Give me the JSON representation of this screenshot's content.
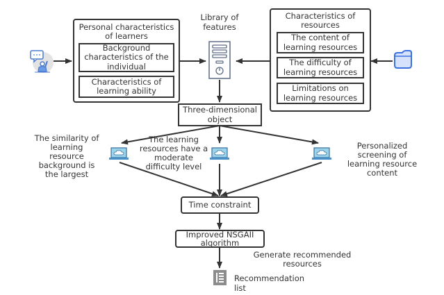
{
  "learners": {
    "title": "Personal characteristics of learners",
    "items": [
      "Background characteristics of the individual",
      "Characteristics of learning ability"
    ]
  },
  "library": {
    "label": "Library of features"
  },
  "resources": {
    "title": "Characteristics of resources",
    "items": [
      "The content of learning resources",
      "The difficulty of learning resources",
      "Limitations on learning resources"
    ]
  },
  "three_dimensional": "Three-dimensional object",
  "branches": [
    "The similarity of learning resource background is the largest",
    "The learning resources have a moderate difficulty level",
    "Personalized screening of learning resource content"
  ],
  "time_constraint": "Time constraint",
  "algorithm": "Improved NSGAII algorithm",
  "generate_label": "Generate recommended resources",
  "recommendation_list": "Recommendation list",
  "colors": {
    "line": "#333333",
    "icon_blue": "#4a7bd0",
    "icon_gray": "#8c8c8c"
  }
}
